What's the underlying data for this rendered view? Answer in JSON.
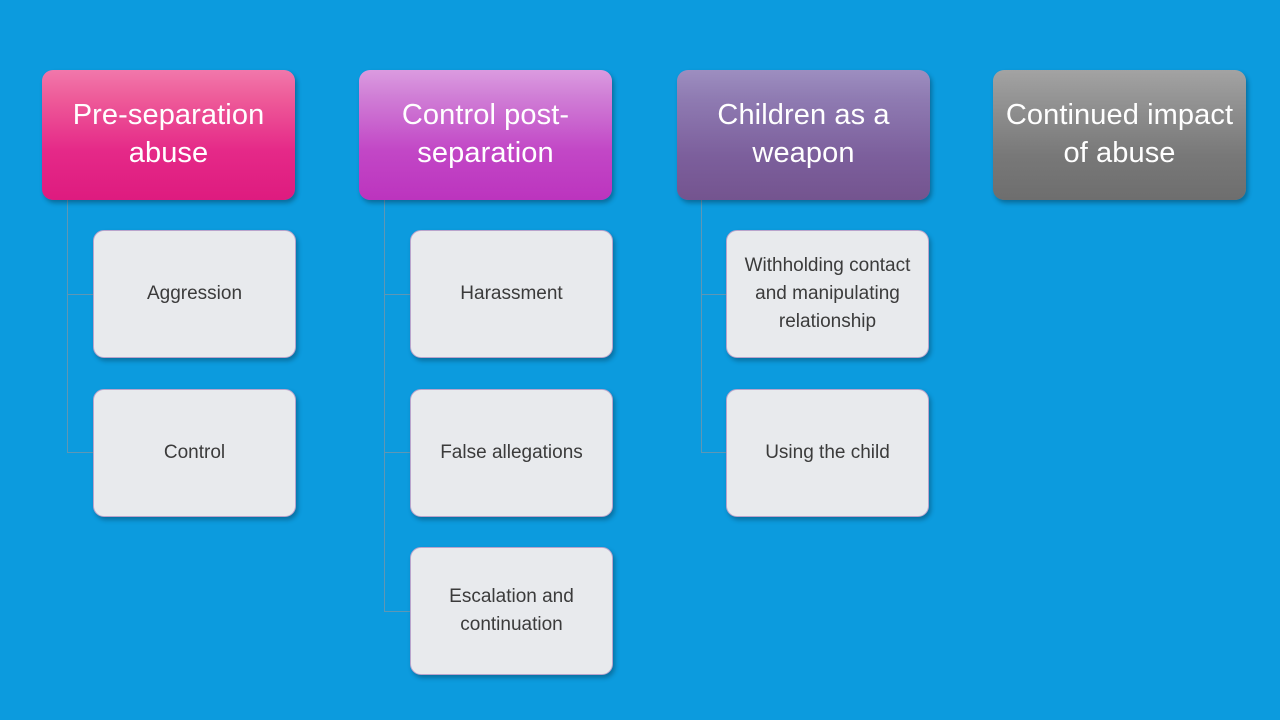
{
  "canvas": {
    "background_color": "#0C9BDE",
    "connector_color": "#5E97B5"
  },
  "diagram": {
    "type": "hierarchy-horizontal-org-chart",
    "columns": [
      {
        "id": "pre-separation-abuse",
        "header": {
          "label": "Pre-separation abuse",
          "gradient_from": "#F178AB",
          "gradient_to": "#DE1B7F",
          "text_color": "#FFFFFF"
        },
        "children": [
          {
            "label": "Aggression"
          },
          {
            "label": "Control"
          }
        ]
      },
      {
        "id": "control-post-separation",
        "header": {
          "label": "Control post-separation",
          "gradient_from": "#DB9BE0",
          "gradient_to": "#BC34BE",
          "text_color": "#FFFFFF"
        },
        "children": [
          {
            "label": "Harassment"
          },
          {
            "label": "False allegations"
          },
          {
            "label": "Escalation and continuation"
          }
        ]
      },
      {
        "id": "children-as-a-weapon",
        "header": {
          "label": "Children as a weapon",
          "gradient_from": "#9D8EC0",
          "gradient_to": "#74548F",
          "text_color": "#FFFFFF"
        },
        "children": [
          {
            "label": "Withholding contact and manipulating relationship"
          },
          {
            "label": "Using the child"
          }
        ]
      },
      {
        "id": "continued-impact-of-abuse",
        "header": {
          "label": "Continued impact of abuse",
          "gradient_from": "#A3A3A3",
          "gradient_to": "#6E6E6E",
          "text_color": "#FFFFFF"
        },
        "children": []
      }
    ]
  }
}
